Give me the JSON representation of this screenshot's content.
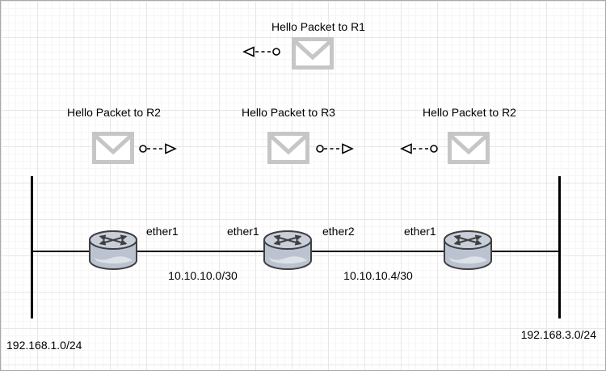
{
  "packets": [
    {
      "label": "Hello Packet to R1",
      "direction": "left"
    },
    {
      "label": "Hello Packet to R2",
      "direction": "right"
    },
    {
      "label": "Hello Packet to R3",
      "direction": "right"
    },
    {
      "label": "Hello Packet to R2",
      "direction": "left"
    }
  ],
  "interfaces": [
    {
      "label": "ether1"
    },
    {
      "label": "ether1"
    },
    {
      "label": "ether2"
    },
    {
      "label": "ether1"
    }
  ],
  "subnets": [
    {
      "label": "10.10.10.0/30"
    },
    {
      "label": "10.10.10.4/30"
    }
  ],
  "lans": [
    {
      "label": "192.168.1.0/24"
    },
    {
      "label": "192.168.3.0/24"
    }
  ],
  "colors": {
    "envelope": "#c6c6c6",
    "router_fill": "#bcc3d0",
    "router_top": "#c9cfda",
    "router_shine": "#dde1e8",
    "router_stroke": "#404040",
    "line": "#000000",
    "text": "#000000",
    "grid_minor": "#f6f6f6",
    "grid_major": "#e7e7e7",
    "border": "#a8a8a8"
  }
}
